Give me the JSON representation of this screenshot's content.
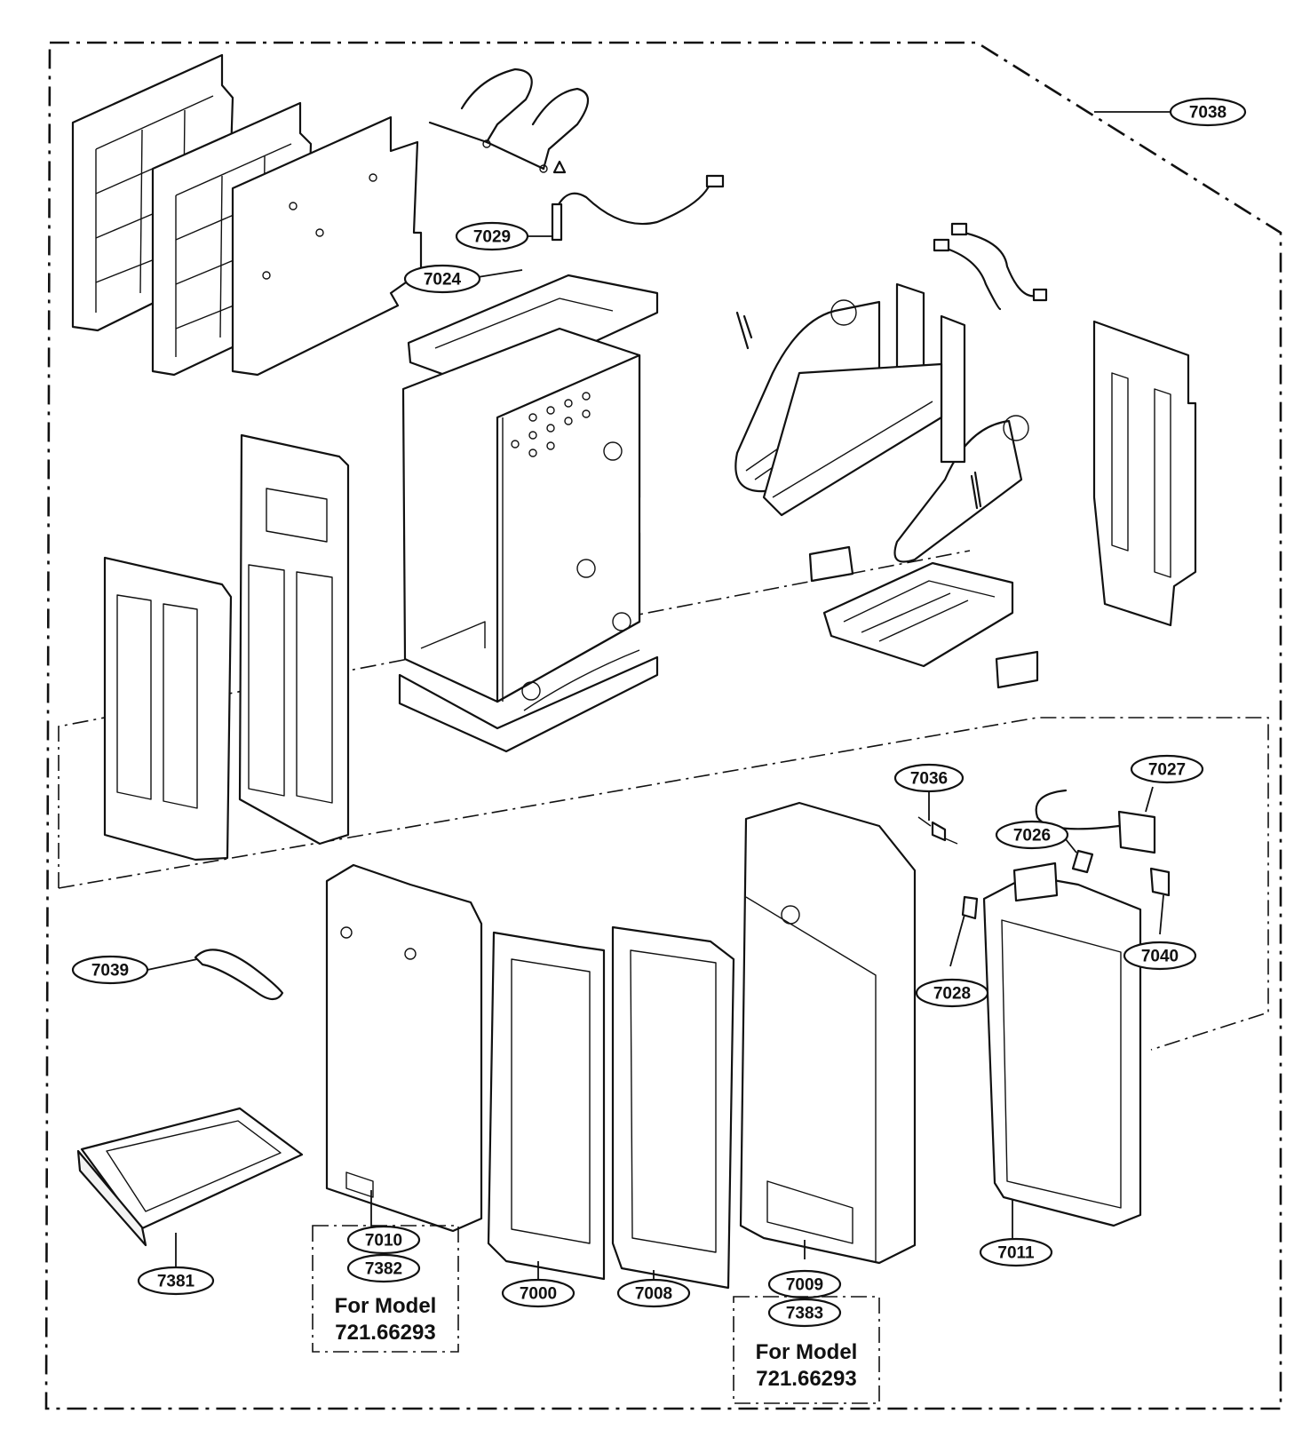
{
  "labels": {
    "p7038": "7038",
    "p7029": "7029",
    "p7024": "7024",
    "p7036": "7036",
    "p7027": "7027",
    "p7026": "7026",
    "p7039": "7039",
    "p7028": "7028",
    "p7040": "7040",
    "p7010": "7010",
    "p7382": "7382",
    "p7381": "7381",
    "p7000": "7000",
    "p7008": "7008",
    "p7009": "7009",
    "p7383": "7383",
    "p7011": "7011"
  },
  "model_notes": {
    "left": {
      "line1": "For Model",
      "line2": "721.66293"
    },
    "right": {
      "line1": "For Model",
      "line2": "721.66293"
    }
  }
}
